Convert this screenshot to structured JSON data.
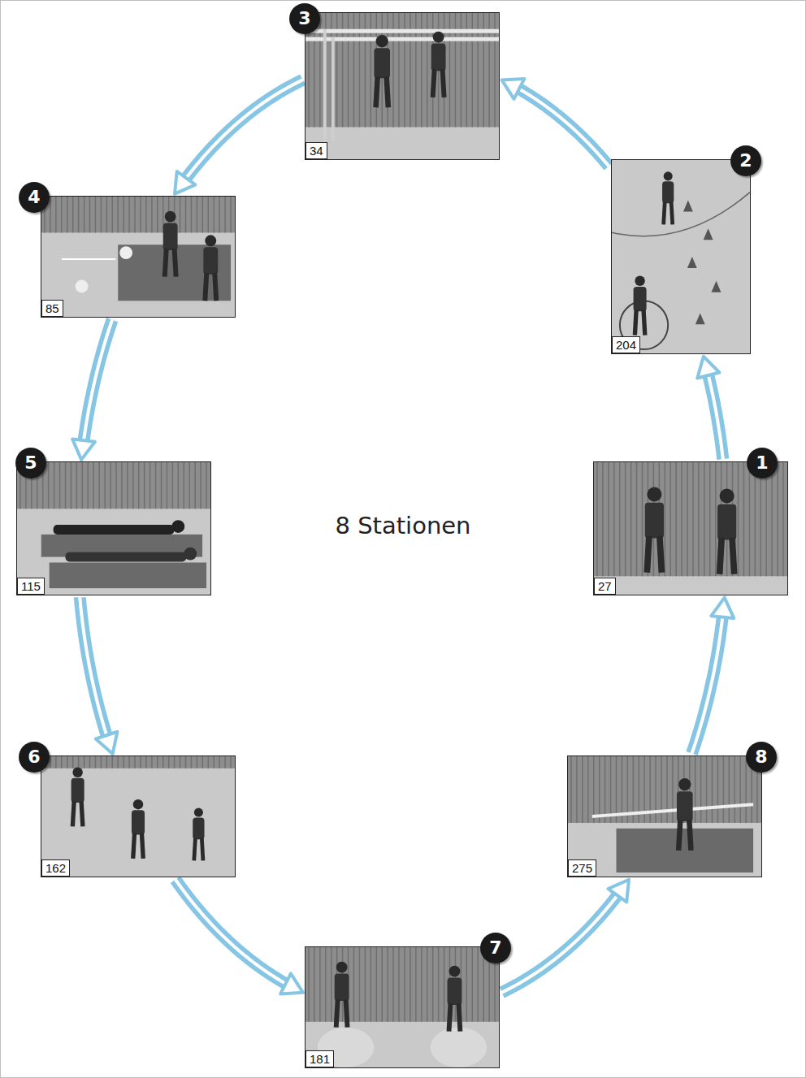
{
  "diagram": {
    "title": "8 Stationen",
    "nodes": [
      {
        "text": [
          "1",
          "27"
        ]
      },
      {
        "text": [
          "2",
          "204"
        ]
      },
      {
        "text": [
          "3",
          "34"
        ]
      },
      {
        "text": [
          "4",
          "85"
        ]
      },
      {
        "text": [
          "5",
          "115"
        ]
      },
      {
        "text": [
          "6",
          "162"
        ]
      },
      {
        "text": [
          "7",
          "181"
        ]
      },
      {
        "text": [
          "8",
          "275"
        ]
      }
    ],
    "edges": [
      {
        "from": 0,
        "to": 1,
        "arrow": "to"
      },
      {
        "from": 1,
        "to": 2,
        "arrow": "to"
      },
      {
        "from": 2,
        "to": 3,
        "arrow": "to"
      },
      {
        "from": 3,
        "to": 4,
        "arrow": "to"
      },
      {
        "from": 4,
        "to": 5,
        "arrow": "to"
      },
      {
        "from": 5,
        "to": 6,
        "arrow": "to"
      },
      {
        "from": 6,
        "to": 7,
        "arrow": "to"
      },
      {
        "from": 7,
        "to": 0,
        "arrow": "to"
      }
    ]
  }
}
